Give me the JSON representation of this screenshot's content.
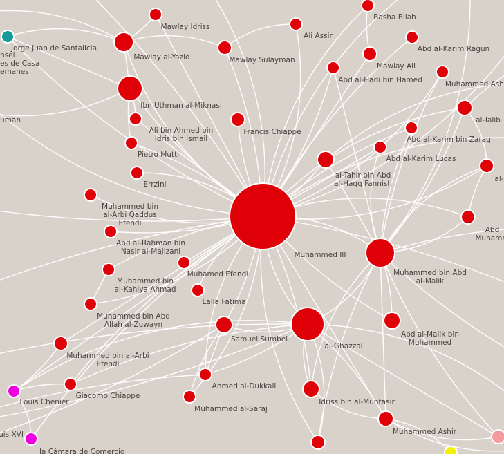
{
  "colors": {
    "background": "#d9d2cb",
    "edge": "#ffffff",
    "node_red": "#e00008",
    "node_teal": "#129a98",
    "node_magenta": "#f000e0",
    "node_pink": "#f49aa0",
    "node_yellow": "#f5f000"
  },
  "nodes": [
    {
      "id": "hub",
      "label": "Muhammed III",
      "color": "node_red"
    },
    {
      "id": "malik",
      "label": "Muhammed bin Abd al-Malik",
      "color": "node_red"
    },
    {
      "id": "ghazzal",
      "label": "al-Ghazzal",
      "color": "node_red"
    },
    {
      "id": "yazid",
      "label": "Mawlay al-Yazid",
      "color": "node_red"
    },
    {
      "id": "miknasi",
      "label": "Ibn Uthman al-Miknasi",
      "color": "node_red"
    },
    {
      "id": "idriss",
      "label": "Mawlay Idriss",
      "color": "node_red"
    },
    {
      "id": "sulayman",
      "label": "Mawlay Sulayman",
      "color": "node_red"
    },
    {
      "id": "assir",
      "label": "Ali Assir",
      "color": "node_red"
    },
    {
      "id": "basha",
      "label": "Basha Bilah",
      "color": "node_red"
    },
    {
      "id": "ragun",
      "label": "Abd al-Karim Ragun",
      "color": "node_red"
    },
    {
      "id": "mawlayali",
      "label": "Mawlay Ali",
      "color": "node_red"
    },
    {
      "id": "hadi",
      "label": "Abd al-Hadi bin Hamed",
      "color": "node_red"
    },
    {
      "id": "ashir1",
      "label": "Muhammed Ashir",
      "color": "node_red"
    },
    {
      "id": "talib",
      "label": "al-Talib",
      "color": "node_red"
    },
    {
      "id": "zaraq",
      "label": "Abd al-Karim bin Zaraq",
      "color": "node_red"
    },
    {
      "id": "lucas",
      "label": "Abd al-Karim Lucas",
      "color": "node_red"
    },
    {
      "id": "fannish",
      "label": "al-Tahir bin Abd al-Haqq Fannish",
      "color": "node_red"
    },
    {
      "id": "alr",
      "label": "al-",
      "color": "node_red"
    },
    {
      "id": "abd",
      "label": "Abd Muhamm",
      "color": "node_red"
    },
    {
      "id": "chiappe",
      "label": "Francis Chiappe",
      "color": "node_red"
    },
    {
      "id": "alibin",
      "label": "Ali bin Ahmed bin Idris bin Ismail",
      "color": "node_red"
    },
    {
      "id": "mutti",
      "label": "Pietro Mutti",
      "color": "node_red"
    },
    {
      "id": "errzini",
      "label": "Errzini",
      "color": "node_red"
    },
    {
      "id": "qaddus",
      "label": "Muhammed bin al-Arbi Qaddus Efendi",
      "color": "node_red"
    },
    {
      "id": "majizani",
      "label": "Abd al-Rahman bin Nasir al-Majizani",
      "color": "node_red"
    },
    {
      "id": "mefendi",
      "label": "Muhamed Efendi",
      "color": "node_red"
    },
    {
      "id": "kahiya",
      "label": "Muhammed bin al-Kahiya Ahmad",
      "color": "node_red"
    },
    {
      "id": "lalla",
      "label": "Lalla Fatima",
      "color": "node_red"
    },
    {
      "id": "zuwayn",
      "label": "Muhammed bin Abd Allah al-Zuwayn",
      "color": "node_red"
    },
    {
      "id": "sumbel",
      "label": "Samuel Sumbel",
      "color": "node_red"
    },
    {
      "id": "arbiefendi",
      "label": "Muhammed bin al-Arbi Efendi",
      "color": "node_red"
    },
    {
      "id": "giacomo",
      "label": "Giacomo Chiappe",
      "color": "node_red"
    },
    {
      "id": "dukkali",
      "label": "Ahmed al-Dukkali",
      "color": "node_red"
    },
    {
      "id": "saraj",
      "label": "Muhammed al-Saraj",
      "color": "node_red"
    },
    {
      "id": "muntasir",
      "label": "Idriss bin al-Muntasir",
      "color": "node_red"
    },
    {
      "id": "ashir2",
      "label": "Muhammed Ashir",
      "color": "node_red"
    },
    {
      "id": "malikbin",
      "label": "Abd al-Malik bin Muhammed",
      "color": "node_red"
    },
    {
      "id": "bottomred",
      "label": "",
      "color": "node_red"
    },
    {
      "id": "santalicia",
      "label": "Jorge Juan de Santalicia",
      "color": "node_teal"
    },
    {
      "id": "chenier",
      "label": "Louis Chenier",
      "color": "node_magenta"
    },
    {
      "id": "louisxvi",
      "label": "uis XVI",
      "color": "node_magenta"
    },
    {
      "id": "pinknode",
      "label": "",
      "color": "node_pink"
    },
    {
      "id": "yellownode",
      "label": "",
      "color": "node_yellow"
    }
  ],
  "cutoff_labels": [
    {
      "id": "nsel",
      "label": "nsel"
    },
    {
      "id": "casa",
      "label": "es de Casa"
    },
    {
      "id": "manes",
      "label": "emanes"
    },
    {
      "id": "uman",
      "label": "uman"
    },
    {
      "id": "comercio",
      "label": "la Cámara de Comercio"
    }
  ]
}
